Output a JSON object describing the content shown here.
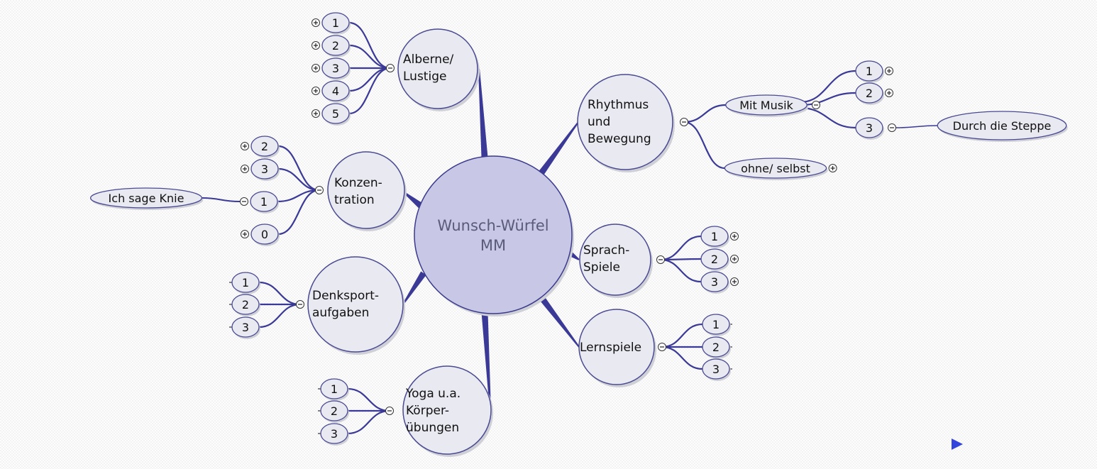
{
  "center": {
    "lines": [
      "Wunsch-Würfel",
      "MM"
    ]
  },
  "branches": [
    {
      "id": "alberne",
      "lines": [
        "Alberne/",
        "Lustige"
      ],
      "toggle": "−",
      "children": [
        {
          "label": "1",
          "toggle": "+"
        },
        {
          "label": "2",
          "toggle": "+"
        },
        {
          "label": "3",
          "toggle": "+"
        },
        {
          "label": "4",
          "toggle": "+"
        },
        {
          "label": "5",
          "toggle": "+"
        }
      ]
    },
    {
      "id": "konzentration",
      "lines": [
        "Konzen-",
        "tration"
      ],
      "toggle": "−",
      "children": [
        {
          "label": "2",
          "toggle": "+"
        },
        {
          "label": "3",
          "toggle": "+"
        },
        {
          "label": "1",
          "toggle": "−",
          "children": [
            {
              "label": "Ich sage Knie"
            }
          ]
        },
        {
          "label": "0",
          "toggle": "+"
        }
      ]
    },
    {
      "id": "denksport",
      "lines": [
        "Denksport-",
        "aufgaben"
      ],
      "toggle": "−",
      "children": [
        {
          "label": "1"
        },
        {
          "label": "2"
        },
        {
          "label": "3"
        }
      ]
    },
    {
      "id": "yoga",
      "lines": [
        "Yoga u.a.",
        "Körper-",
        "übungen"
      ],
      "toggle": "−",
      "children": [
        {
          "label": "1"
        },
        {
          "label": "2"
        },
        {
          "label": "3"
        }
      ]
    },
    {
      "id": "rhythmus",
      "lines": [
        "Rhythmus",
        "und",
        "Bewegung"
      ],
      "toggle": "−",
      "children": [
        {
          "label": "Mit Musik",
          "toggle": "−",
          "children": [
            {
              "label": "1",
              "toggle": "+"
            },
            {
              "label": "2",
              "toggle": "+"
            },
            {
              "label": "3",
              "toggle": "−",
              "children": [
                {
                  "label": "Durch die Steppe"
                }
              ]
            }
          ]
        },
        {
          "label": "ohne/ selbst",
          "toggle": "+"
        }
      ]
    },
    {
      "id": "sprachspiele",
      "lines": [
        "Sprach-",
        "Spiele"
      ],
      "toggle": "−",
      "children": [
        {
          "label": "1",
          "toggle": "+"
        },
        {
          "label": "2",
          "toggle": "+"
        },
        {
          "label": "3",
          "toggle": "+"
        }
      ]
    },
    {
      "id": "lernspiele",
      "lines": [
        "Lernspiele"
      ],
      "toggle": "−",
      "children": [
        {
          "label": "1"
        },
        {
          "label": "2"
        },
        {
          "label": "3"
        }
      ]
    }
  ],
  "colors": {
    "line": "#3a3a96",
    "node_fill": "#e9e9f2",
    "node_stroke": "#4a4a90",
    "center_fill": "#c8c8e6",
    "center_stroke": "#3a3a8c",
    "shadow": "#cfcfd8",
    "play_marker": "#3344dd"
  },
  "icons": {
    "expand": "plus-circle-icon",
    "collapse": "minus-circle-icon",
    "play": "play-triangle-icon"
  }
}
